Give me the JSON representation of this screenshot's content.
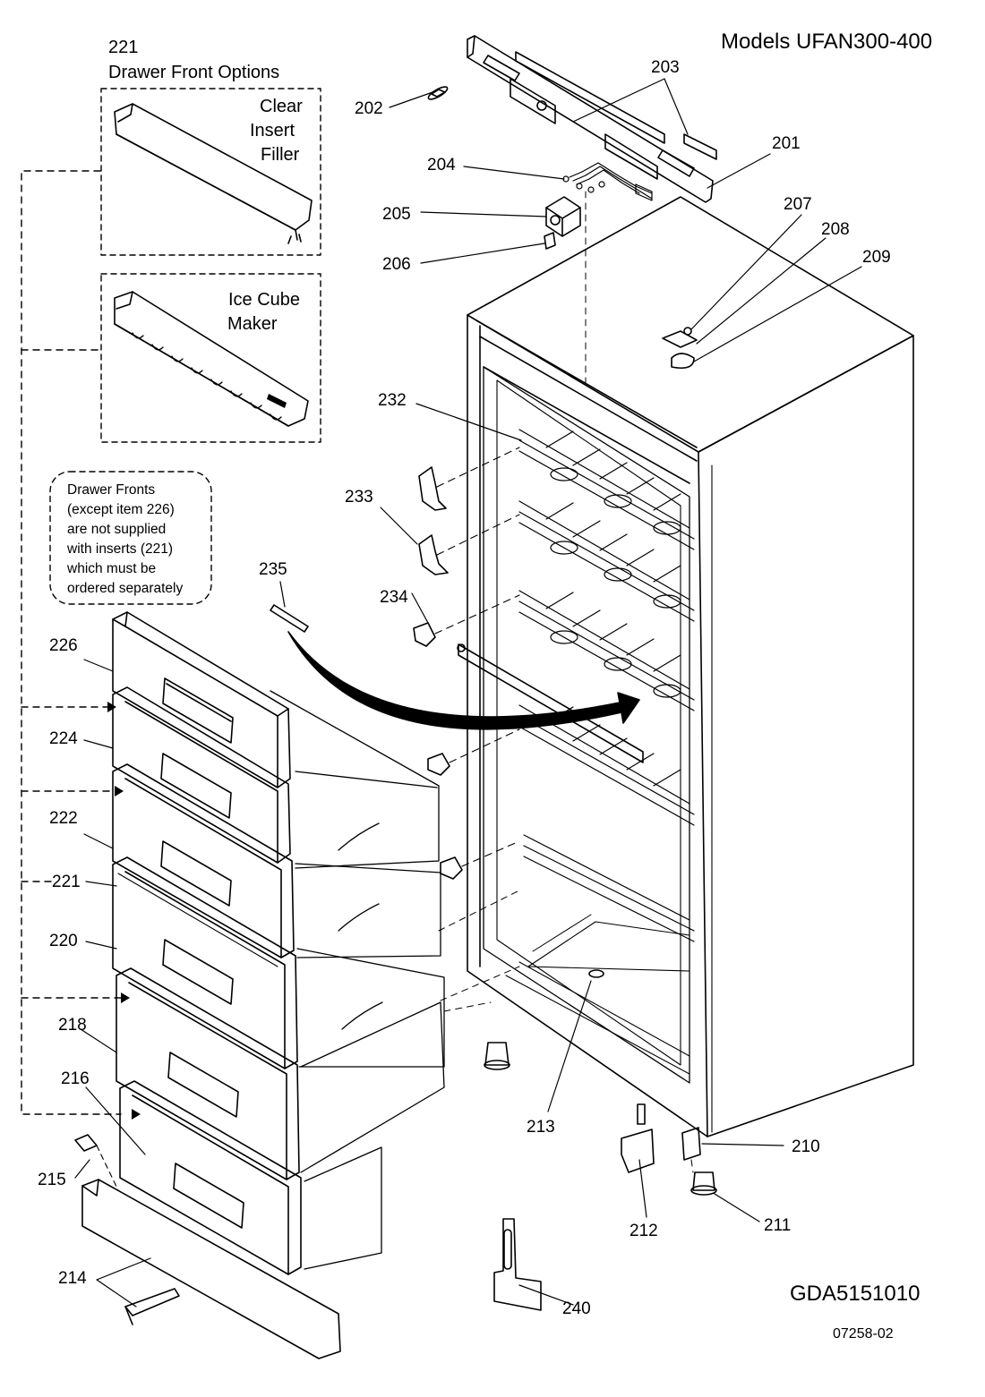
{
  "header": {
    "models": "Models UFAN300-400"
  },
  "options": {
    "number": "221",
    "title": "Drawer Front Options",
    "clear_insert": [
      "Clear",
      "Insert",
      "Filler"
    ],
    "ice_cube": [
      "Ice Cube",
      "Maker"
    ]
  },
  "note": {
    "lines": [
      "Drawer Fronts",
      "(except item 226)",
      "are not supplied",
      "with inserts (221)",
      "which must be",
      "ordered separately"
    ]
  },
  "parts": {
    "p201": "201",
    "p202": "202",
    "p203": "203",
    "p204": "204",
    "p205": "205",
    "p206": "206",
    "p207": "207",
    "p208": "208",
    "p209": "209",
    "p210": "210",
    "p211": "211",
    "p212": "212",
    "p213": "213",
    "p214": "214",
    "p215": "215",
    "p216": "216",
    "p218": "218",
    "p220": "220",
    "p221": "221",
    "p222": "222",
    "p224": "224",
    "p226": "226",
    "p232": "232",
    "p233": "233",
    "p234": "234",
    "p235": "235",
    "p240": "240"
  },
  "footer": {
    "code": "GDA5151010",
    "ref": "07258-02"
  }
}
